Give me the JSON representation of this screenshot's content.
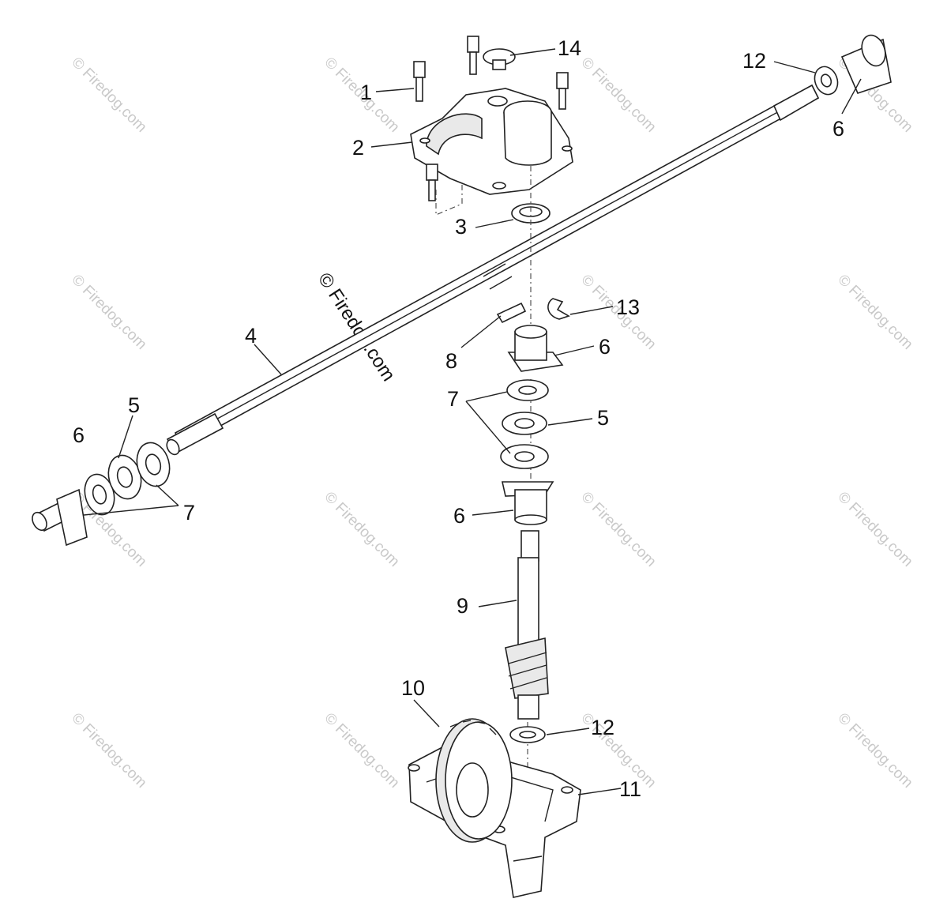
{
  "watermark": "© Firedog.com",
  "callouts": [
    {
      "label": "14"
    },
    {
      "label": "1"
    },
    {
      "label": "2"
    },
    {
      "label": "3"
    },
    {
      "label": "12"
    },
    {
      "label": "6"
    },
    {
      "label": "13"
    },
    {
      "label": "8"
    },
    {
      "label": "6"
    },
    {
      "label": "4"
    },
    {
      "label": "5"
    },
    {
      "label": "6"
    },
    {
      "label": "7"
    },
    {
      "label": "7"
    },
    {
      "label": "5"
    },
    {
      "label": "6"
    },
    {
      "label": "9"
    },
    {
      "label": "10"
    },
    {
      "label": "12"
    },
    {
      "label": "11"
    }
  ]
}
